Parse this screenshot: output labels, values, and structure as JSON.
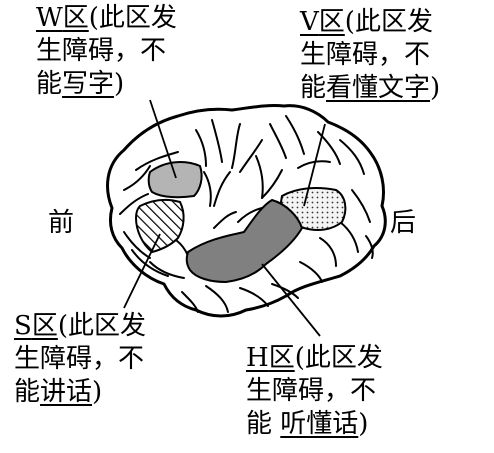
{
  "regions": {
    "W": {
      "letter": "W",
      "qu": "区",
      "desc1": "(此区发",
      "desc2": "生障碍，不",
      "desc3_prefix": "能",
      "ability": "写字",
      "close": ")",
      "fill": "#b4b4b4"
    },
    "V": {
      "letter": "V",
      "qu": "区",
      "desc1": "(此区发",
      "desc2": "生障碍，不",
      "desc3_prefix": "能",
      "ability": "看懂文字",
      "close": ")",
      "fill": "dotted"
    },
    "S": {
      "letter": "S",
      "qu": "区",
      "desc1": "(此区发",
      "desc2": "生障碍，不",
      "desc3_prefix": "能",
      "ability": "讲话",
      "close": ")",
      "fill": "hatched"
    },
    "H": {
      "letter": "H",
      "qu": "区",
      "desc1": "(此区发",
      "desc2": "生障碍，不",
      "desc3_prefix": "能 ",
      "ability": "听懂话",
      "close": ")",
      "fill": "#808080"
    }
  },
  "directions": {
    "front": "前",
    "back": "后"
  }
}
